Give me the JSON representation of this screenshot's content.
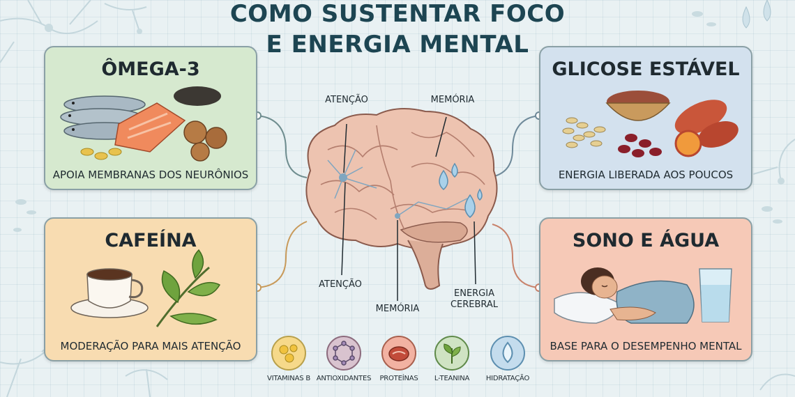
{
  "title": {
    "line1": "COMO SUSTENTAR FOCO",
    "line2": "E ENERGIA MENTAL"
  },
  "cards": {
    "omega": {
      "title": "ÔMEGA-3",
      "caption": "APOIA MEMBRANAS DOS NEURÔNIOS"
    },
    "glicose": {
      "title": "GLICOSE ESTÁVEL",
      "caption": "ENERGIA LIBERADA AOS POUCOS"
    },
    "cafeina": {
      "title": "CAFEÍNA",
      "caption": "MODERAÇÃO PARA MAIS ATENÇÃO"
    },
    "sono": {
      "title": "SONO E ÁGUA",
      "caption": "BASE PARA O DESEMPENHO MENTAL"
    }
  },
  "brain_labels": {
    "atencao_top": "ATENÇÃO",
    "memoria_top": "MEMÓRIA",
    "atencao_bottom": "ATENÇÃO",
    "memoria_bottom": "MEMÓRIA",
    "energia_line1": "ENERGIA",
    "energia_line2": "CEREBRAL"
  },
  "nutrients": [
    {
      "label": "VITAMINAS B",
      "icon": "vitamin-pills-icon",
      "color": "#f6d98a"
    },
    {
      "label": "ANTIOXIDANTES",
      "icon": "molecule-icon",
      "color": "#d9c3cf"
    },
    {
      "label": "PROTEÍNAS",
      "icon": "meat-icon",
      "color": "#f2b2a2"
    },
    {
      "label": "L-TEANINA",
      "icon": "tea-leaf-icon",
      "color": "#cfe3c3"
    },
    {
      "label": "HIDRATAÇÃO",
      "icon": "water-drop-icon",
      "color": "#c4dced"
    }
  ]
}
